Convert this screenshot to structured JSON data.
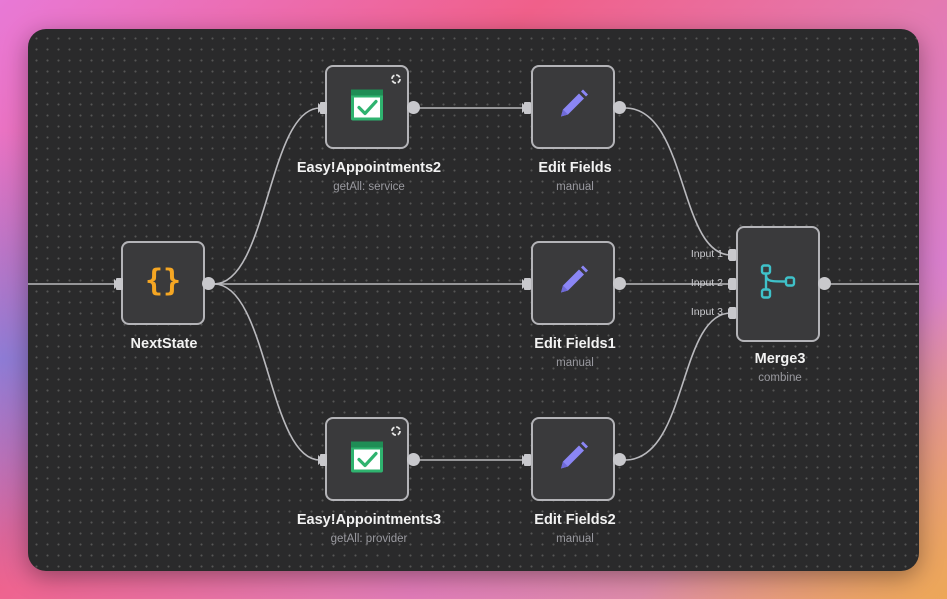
{
  "canvas": {
    "accent_colors": {
      "node_border": "#b4b4b8",
      "edge": "#b9b9bd",
      "set_icon": "#f5a623",
      "edit_icon": "#8b86f5",
      "merge_icon": "#3fc1c9",
      "calendar_icon": "#2fb36f"
    }
  },
  "nodes": {
    "nextstate": {
      "title": "NextState",
      "subtitle": "",
      "icon": "curly-braces-icon"
    },
    "easy2": {
      "title": "Easy!Appointments2",
      "subtitle": "getAll: service",
      "icon": "calendar-check-icon"
    },
    "easy3": {
      "title": "Easy!Appointments3",
      "subtitle": "getAll: provider",
      "icon": "calendar-check-icon"
    },
    "edit": {
      "title": "Edit Fields",
      "subtitle": "manual",
      "icon": "pencil-icon"
    },
    "edit1": {
      "title": "Edit Fields1",
      "subtitle": "manual",
      "icon": "pencil-icon"
    },
    "edit2": {
      "title": "Edit Fields2",
      "subtitle": "manual",
      "icon": "pencil-icon"
    },
    "merge3": {
      "title": "Merge3",
      "subtitle": "combine",
      "icon": "merge-icon",
      "inputs": [
        "Input 1",
        "Input 2",
        "Input 3"
      ]
    }
  }
}
